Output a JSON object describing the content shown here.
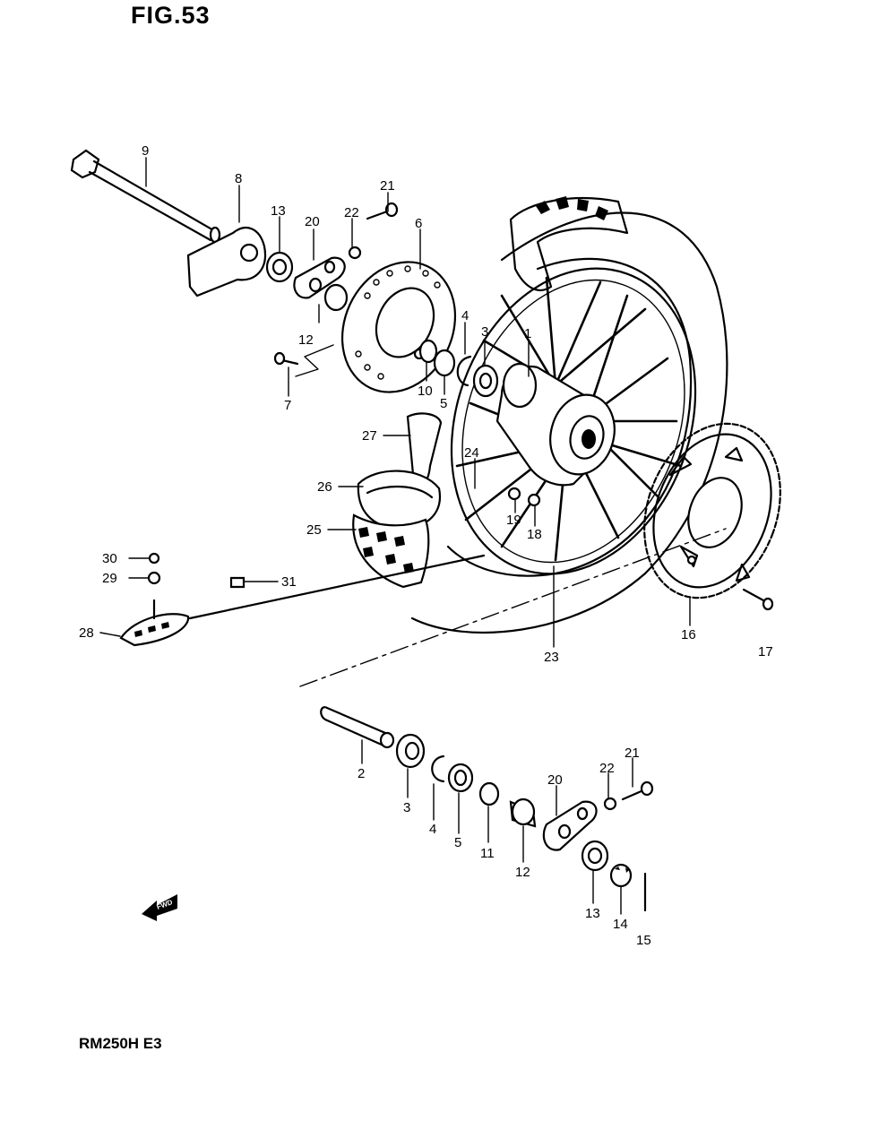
{
  "figure": {
    "title": "FIG.53",
    "model": "RM250H E3",
    "fwd_label": "FWD"
  },
  "callouts": [
    {
      "id": "c1",
      "text": "1"
    },
    {
      "id": "c2",
      "text": "2"
    },
    {
      "id": "c3a",
      "text": "3"
    },
    {
      "id": "c3b",
      "text": "3"
    },
    {
      "id": "c4a",
      "text": "4"
    },
    {
      "id": "c4b",
      "text": "4"
    },
    {
      "id": "c5a",
      "text": "5"
    },
    {
      "id": "c5b",
      "text": "5"
    },
    {
      "id": "c6",
      "text": "6"
    },
    {
      "id": "c7",
      "text": "7"
    },
    {
      "id": "c8",
      "text": "8"
    },
    {
      "id": "c9",
      "text": "9"
    },
    {
      "id": "c10",
      "text": "10"
    },
    {
      "id": "c11",
      "text": "11"
    },
    {
      "id": "c12a",
      "text": "12"
    },
    {
      "id": "c12b",
      "text": "12"
    },
    {
      "id": "c13a",
      "text": "13"
    },
    {
      "id": "c13b",
      "text": "13"
    },
    {
      "id": "c14",
      "text": "14"
    },
    {
      "id": "c15",
      "text": "15"
    },
    {
      "id": "c16",
      "text": "16"
    },
    {
      "id": "c17",
      "text": "17"
    },
    {
      "id": "c18",
      "text": "18"
    },
    {
      "id": "c19",
      "text": "19"
    },
    {
      "id": "c20a",
      "text": "20"
    },
    {
      "id": "c20b",
      "text": "20"
    },
    {
      "id": "c21a",
      "text": "21"
    },
    {
      "id": "c21b",
      "text": "21"
    },
    {
      "id": "c22a",
      "text": "22"
    },
    {
      "id": "c22b",
      "text": "22"
    },
    {
      "id": "c23",
      "text": "23"
    },
    {
      "id": "c24",
      "text": "24"
    },
    {
      "id": "c25",
      "text": "25"
    },
    {
      "id": "c26",
      "text": "26"
    },
    {
      "id": "c27",
      "text": "27"
    },
    {
      "id": "c28",
      "text": "28"
    },
    {
      "id": "c29",
      "text": "29"
    },
    {
      "id": "c30",
      "text": "30"
    },
    {
      "id": "c31",
      "text": "31"
    }
  ]
}
